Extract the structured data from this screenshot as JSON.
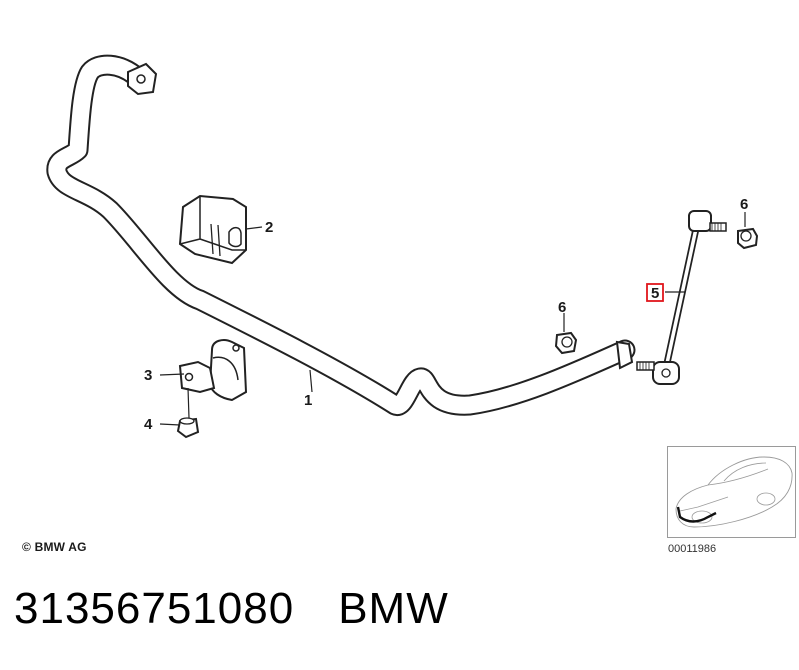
{
  "callouts": {
    "stabilizer_bar": "1",
    "rubber_mounting": "2",
    "bracket": "3",
    "nut_bracket": "4",
    "link": "5",
    "nut_link_upper": "6",
    "nut_link_lower": "6"
  },
  "highlighted_callout": "5",
  "highlight_color": "#e0161b",
  "copyright": "© BMW AG",
  "image_id": "00011986",
  "footer": {
    "part_number": "31356751080",
    "brand": "BMW"
  }
}
